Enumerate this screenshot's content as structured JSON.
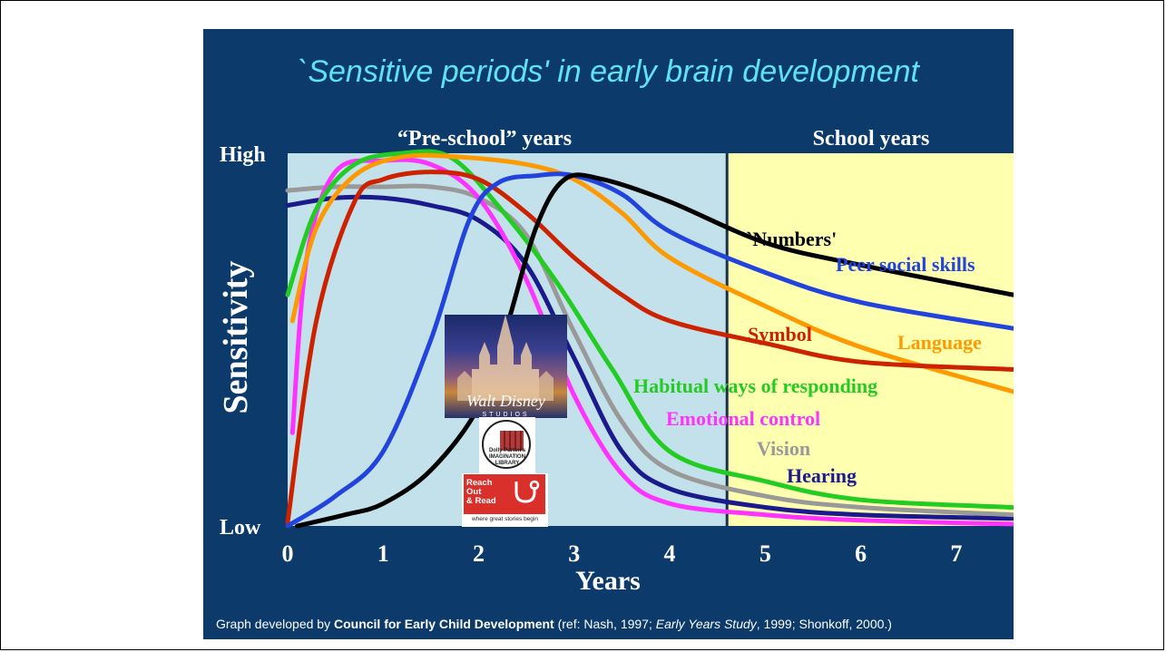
{
  "slide": {
    "title": "`Sensitive periods' in early brain development",
    "credit": {
      "prefix": "Graph developed by ",
      "org": "Council for Early Child Development",
      "ref_pre": " (ref: Nash, 1997; ",
      "ref_italic": "Early Years Study",
      "ref_post": ", 1999; Shonkoff, 2000.)"
    }
  },
  "logos": {
    "disney": {
      "name": "Walt Disney",
      "sub": "STUDIOS"
    },
    "imagination": {
      "text1": "Dolly Parton's",
      "text2": "IMAGINATION",
      "text3": "LIBRARY"
    },
    "reach": {
      "line1": "Reach",
      "line2": "Out",
      "line3": "& Read",
      "tagline": "where great stories begin"
    }
  },
  "chart_data": {
    "type": "line",
    "title": "`Sensitive periods' in early brain development",
    "xlabel": "Years",
    "ylabel": "Sensitivity",
    "xlim": [
      0,
      7.6
    ],
    "ylim": [
      0,
      100
    ],
    "x_ticks": [
      0,
      1,
      2,
      3,
      4,
      5,
      6,
      7
    ],
    "y_ticks": [
      {
        "value": 0,
        "label": "Low"
      },
      {
        "value": 100,
        "label": "High"
      }
    ],
    "regions": [
      {
        "label": "“Pre-school” years",
        "x_start": 0,
        "x_end": 4.6,
        "color": "#c3e1ea"
      },
      {
        "label": "School years",
        "x_start": 4.6,
        "x_end": 7.6,
        "color": "#ffffb0"
      }
    ],
    "series": [
      {
        "name": "Hearing",
        "color": "#1a1a8c",
        "points": [
          [
            0,
            86
          ],
          [
            0.5,
            88
          ],
          [
            1,
            88
          ],
          [
            1.5,
            86
          ],
          [
            2,
            82
          ],
          [
            2.5,
            70
          ],
          [
            3,
            45
          ],
          [
            3.5,
            20
          ],
          [
            4,
            10
          ],
          [
            5,
            5
          ],
          [
            6,
            3
          ],
          [
            7.6,
            2
          ]
        ]
      },
      {
        "name": "Vision",
        "color": "#999999",
        "points": [
          [
            0,
            90
          ],
          [
            0.5,
            91
          ],
          [
            1,
            91
          ],
          [
            1.5,
            91
          ],
          [
            2,
            88
          ],
          [
            2.5,
            78
          ],
          [
            3,
            52
          ],
          [
            3.5,
            28
          ],
          [
            4,
            15
          ],
          [
            5,
            8
          ],
          [
            6,
            5
          ],
          [
            7.6,
            3
          ]
        ]
      },
      {
        "name": "Emotional control",
        "color": "#ff33ff",
        "points": [
          [
            0.05,
            25
          ],
          [
            0.2,
            72
          ],
          [
            0.5,
            95
          ],
          [
            1,
            98
          ],
          [
            1.5,
            97
          ],
          [
            2,
            88
          ],
          [
            2.5,
            66
          ],
          [
            3,
            35
          ],
          [
            3.5,
            14
          ],
          [
            4,
            6
          ],
          [
            5,
            3
          ],
          [
            6,
            1.5
          ],
          [
            7.6,
            0.5
          ]
        ]
      },
      {
        "name": "Habitual ways of responding",
        "color": "#22cc22",
        "points": [
          [
            0,
            62
          ],
          [
            0.3,
            85
          ],
          [
            0.7,
            97
          ],
          [
            1.2,
            100
          ],
          [
            1.7,
            99
          ],
          [
            2.2,
            86
          ],
          [
            2.8,
            66
          ],
          [
            3.4,
            42
          ],
          [
            4,
            20
          ],
          [
            5,
            12
          ],
          [
            6,
            7
          ],
          [
            7.6,
            5
          ]
        ]
      },
      {
        "name": "Language",
        "color": "#ff9900",
        "points": [
          [
            0.05,
            55
          ],
          [
            0.3,
            80
          ],
          [
            0.7,
            94
          ],
          [
            1.2,
            99
          ],
          [
            1.8,
            99
          ],
          [
            2.5,
            97
          ],
          [
            3,
            93
          ],
          [
            3.5,
            84
          ],
          [
            4,
            72
          ],
          [
            5,
            59
          ],
          [
            6,
            48
          ],
          [
            7.6,
            36
          ]
        ]
      },
      {
        "name": "Symbol",
        "color": "#cc2200",
        "points": [
          [
            0,
            1
          ],
          [
            0.3,
            55
          ],
          [
            0.7,
            87
          ],
          [
            1,
            93
          ],
          [
            1.5,
            95
          ],
          [
            2,
            93
          ],
          [
            2.5,
            84
          ],
          [
            3,
            72
          ],
          [
            3.5,
            62
          ],
          [
            4,
            55
          ],
          [
            5,
            49
          ],
          [
            6,
            44
          ],
          [
            7.6,
            42
          ]
        ]
      },
      {
        "name": "Peer social skills",
        "color": "#2244dd",
        "points": [
          [
            0,
            0
          ],
          [
            0.5,
            8
          ],
          [
            1,
            20
          ],
          [
            1.5,
            50
          ],
          [
            1.9,
            82
          ],
          [
            2.2,
            92
          ],
          [
            2.6,
            94
          ],
          [
            3,
            94
          ],
          [
            3.5,
            89
          ],
          [
            4,
            79
          ],
          [
            5,
            68
          ],
          [
            6,
            60
          ],
          [
            7.6,
            53
          ]
        ]
      },
      {
        "name": "`Numbers'",
        "color": "#000000",
        "points": [
          [
            0.1,
            0
          ],
          [
            0.6,
            3
          ],
          [
            1,
            6
          ],
          [
            1.5,
            15
          ],
          [
            2,
            32
          ],
          [
            2.3,
            54
          ],
          [
            2.6,
            80
          ],
          [
            2.9,
            93
          ],
          [
            3.3,
            93
          ],
          [
            4,
            87
          ],
          [
            5,
            76
          ],
          [
            6,
            70
          ],
          [
            7.6,
            62
          ]
        ]
      }
    ],
    "labels": [
      {
        "text": "`Numbers'",
        "color": "#000000"
      },
      {
        "text": "Peer social skills",
        "color": "#2244dd"
      },
      {
        "text": "Symbol",
        "color": "#cc2200"
      },
      {
        "text": "Language",
        "color": "#ff9900"
      },
      {
        "text": "Habitual ways of responding",
        "color": "#22cc22"
      },
      {
        "text": "Emotional control",
        "color": "#ff33ff"
      },
      {
        "text": "Vision",
        "color": "#999999"
      },
      {
        "text": "Hearing",
        "color": "#1a1a8c"
      }
    ]
  }
}
